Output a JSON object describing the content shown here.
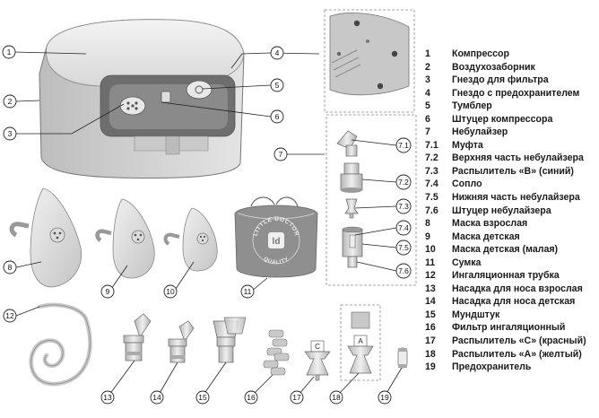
{
  "legend": [
    {
      "num": "1",
      "text": "Компрессор"
    },
    {
      "num": "2",
      "text": "Воздухозаборник"
    },
    {
      "num": "3",
      "text": "Гнездо для фильтра"
    },
    {
      "num": "4",
      "text": "Гнездо с предохранителем"
    },
    {
      "num": "5",
      "text": "Тумблер"
    },
    {
      "num": "6",
      "text": "Штуцер компрессора"
    },
    {
      "num": "7",
      "text": "Небулайзер"
    },
    {
      "num": "7.1",
      "text": "Муфта"
    },
    {
      "num": "7.2",
      "text": "Верхняя часть небулайзера"
    },
    {
      "num": "7.3",
      "text": "Распылитель «B» (синий)"
    },
    {
      "num": "7.4",
      "text": "Сопло"
    },
    {
      "num": "7.5",
      "text": "Нижняя часть небулайзера"
    },
    {
      "num": "7.6",
      "text": "Штуцер небулайзера"
    },
    {
      "num": "8",
      "text": "Маска взрослая"
    },
    {
      "num": "9",
      "text": "Маска детская"
    },
    {
      "num": "10",
      "text": "Маска детская (малая)"
    },
    {
      "num": "11",
      "text": "Сумка"
    },
    {
      "num": "12",
      "text": "Ингаляционная трубка"
    },
    {
      "num": "13",
      "text": "Насадка для носа взрослая"
    },
    {
      "num": "14",
      "text": "Насадка для носа детская"
    },
    {
      "num": "15",
      "text": "Мундштук"
    },
    {
      "num": "16",
      "text": "Фильтр ингаляционный"
    },
    {
      "num": "17",
      "text": "Распылитель «C» (красный)"
    },
    {
      "num": "18",
      "text": "Распылитель «A» (желтый)"
    },
    {
      "num": "19",
      "text": "Предохранитель"
    }
  ],
  "bag_print": {
    "brand_top": "LITTLE DOCTOR",
    "brand_bottom": "QUALITY",
    "logo": "ld"
  },
  "nozzle_letters": {
    "c": "C",
    "a": "A"
  },
  "colors": {
    "line": "#222222",
    "part_fill": "#d7d7d7",
    "part_dark": "#9a9a9a",
    "bag": "#8f8f8f"
  }
}
